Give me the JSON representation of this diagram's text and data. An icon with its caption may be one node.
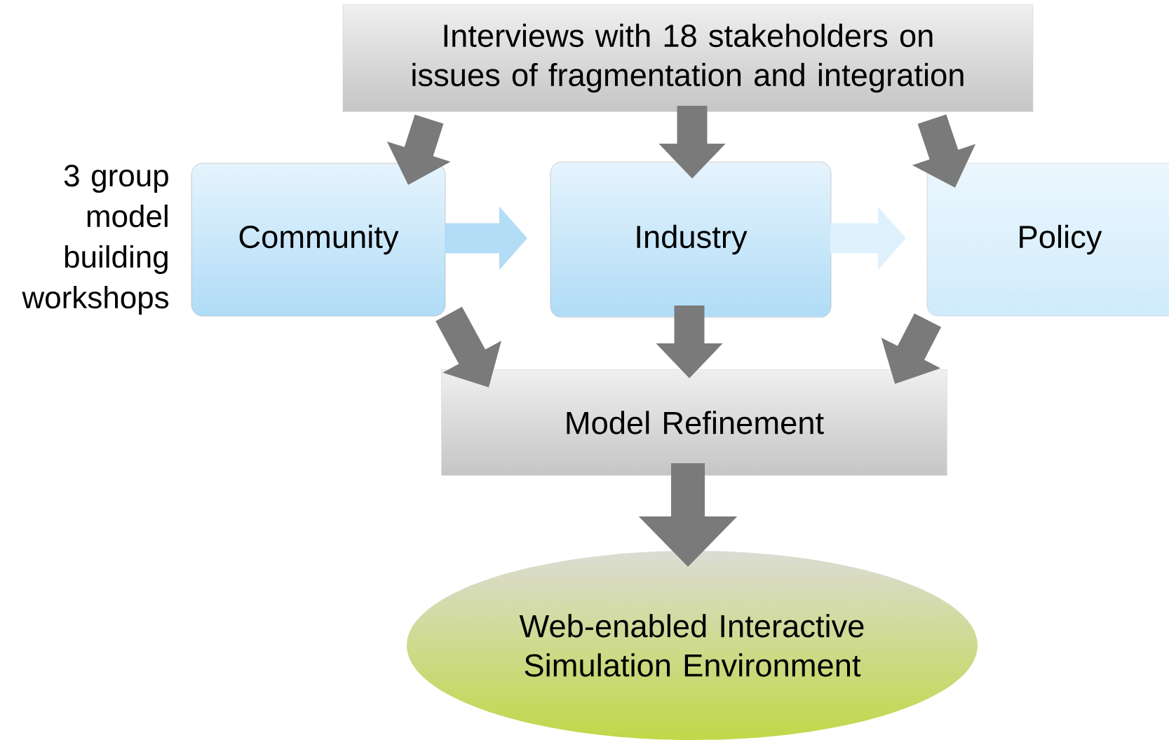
{
  "diagram": {
    "nodes": [
      {
        "text": [
          "Interviews with 18 stakeholders on issues of fragmentation and integration"
        ]
      },
      {
        "text": [
          "Community"
        ],
        "beside": [
          "3 group model building workshops"
        ]
      },
      {
        "text": [
          "Industry"
        ]
      },
      {
        "text": [
          "Policy"
        ]
      },
      {
        "text": [
          "Model Refinement"
        ]
      },
      {
        "text": [
          "Web-enabled Interactive Simulation Environment"
        ]
      }
    ],
    "edges": [
      {
        "from": 0,
        "to": 1,
        "arrow": "to"
      },
      {
        "from": 0,
        "to": 2,
        "arrow": "to"
      },
      {
        "from": 0,
        "to": 3,
        "arrow": "to"
      },
      {
        "from": 1,
        "to": 2,
        "arrow": "to",
        "color": "#b3dcf7"
      },
      {
        "from": 2,
        "to": 3,
        "arrow": "to",
        "color": "#dff1fc"
      },
      {
        "from": 1,
        "to": 4,
        "arrow": "to"
      },
      {
        "from": 2,
        "to": 4,
        "arrow": "to"
      },
      {
        "from": 3,
        "to": 4,
        "arrow": "to"
      },
      {
        "from": 4,
        "to": 5,
        "arrow": "to"
      }
    ]
  }
}
